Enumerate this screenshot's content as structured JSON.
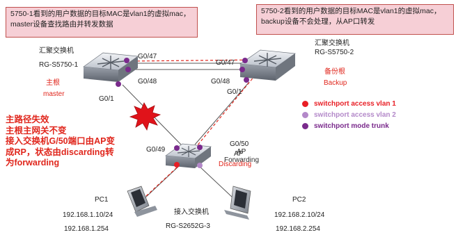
{
  "callouts": {
    "left": "5750-1看到的用户数据的目标MAC是vlan1的虚拟mac，master设备查找路由并转发数据",
    "right": "5750-2看到的用户数据的目标MAC是vlan1的虚拟mac，backup设备不会处理，从AP口转发"
  },
  "switch1": {
    "type": "汇聚交换机",
    "model": "RG-S5750-1",
    "role": "主根",
    "state": "master"
  },
  "switch2": {
    "type": "汇聚交换机",
    "model": "RG-S5750-2",
    "role": "备份根",
    "state": "Backup"
  },
  "switch3": {
    "type": "接入交换机",
    "model": "RG-S2652G-3"
  },
  "ports": {
    "s1_top": "G0/47",
    "s1_mid": "G0/48",
    "s1_down": "G0/1",
    "s2_top": "G0/47",
    "s2_mid": "G0/48",
    "s2_down": "G0/1",
    "s3_left": "G0/49",
    "s3_right": "G0/50"
  },
  "access_overlay": {
    "ap": "AP",
    "ap_red": "AP",
    "discarding": "Discarding",
    "forwarding": "Forwarding"
  },
  "pc1": {
    "name": "PC1",
    "ip": "192.168.1.10/24",
    "gateway": "192.168.1.254"
  },
  "pc2": {
    "name": "PC2",
    "ip": "192.168.2.10/24",
    "gateway": "192.168.2.254"
  },
  "failure": [
    "主路径失效",
    "主根主网关不变",
    "接入交换机G/50端口由AP变",
    "成RP，状态由discarding转",
    "为forwarding"
  ],
  "legend": [
    {
      "label": "switchport access vlan 1",
      "color": "#e81e25"
    },
    {
      "label": "switchport access vlan 2",
      "color": "#b388c9"
    },
    {
      "label": "switchport mode trunk",
      "color": "#7a2a8c"
    }
  ]
}
